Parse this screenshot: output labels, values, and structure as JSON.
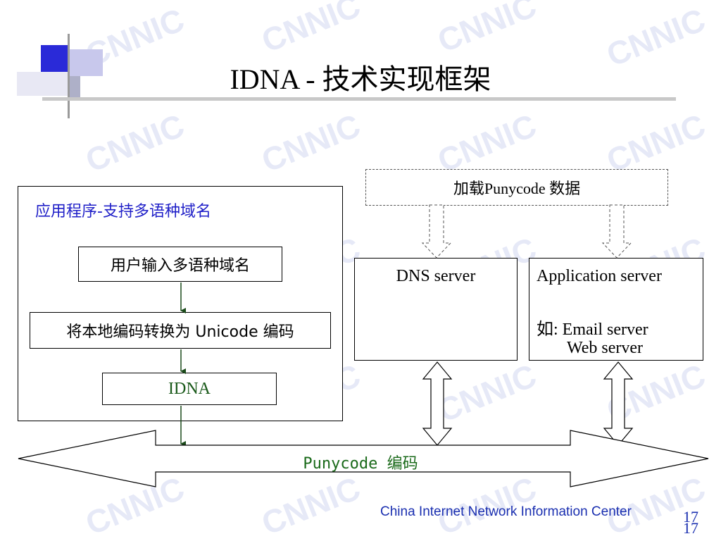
{
  "slide": {
    "title": "IDNA - 技术实现框架",
    "watermark_text": "CNNIC",
    "footer": "China Internet Network Information Center",
    "page_number": "17"
  },
  "app_container": {
    "label": "应用程序-支持多语种域名",
    "steps": [
      "用户输入多语种域名",
      "将本地编码转换为 Unicode 编码",
      "IDNA"
    ]
  },
  "punycode_load": {
    "label": "加载Punycode 数据"
  },
  "dns_server": {
    "label": "DNS server"
  },
  "app_server": {
    "label": "Application server",
    "example_prefix": "如: Email server",
    "example_second": "Web server"
  },
  "bus": {
    "label": "Punycode  编码"
  },
  "colors": {
    "blue_text": "#1f1fc8",
    "green_text": "#1a6a1a",
    "footer_blue": "#1a2fb0",
    "logo_blue": "#2a2ad8"
  }
}
